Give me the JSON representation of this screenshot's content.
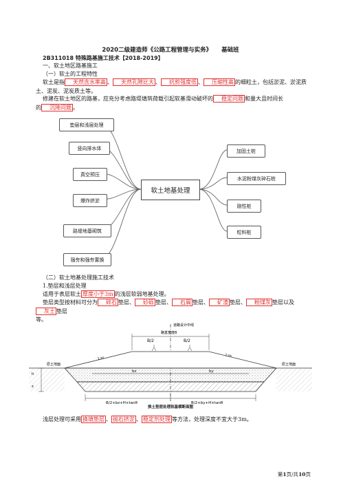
{
  "header": {
    "title": "2020二级建造师《公路工程管理与实务》",
    "tag": "基础班"
  },
  "section": "2B311018 特殊路基施工技术【2018-2019】",
  "h1": "一、软土地区路基施工",
  "h2": "（一）软土的工程特性",
  "para1": {
    "prefix": "软土是指",
    "k1": "天然含水率高",
    "k2": "天然孔隙比大",
    "k3": "抗剪强度低",
    "k4": "压缩性高",
    "suffix": "的细粒土，包括淤泥、淤泥质",
    "line2": "土、泥炭、泥炭质土等。"
  },
  "para2": {
    "prefix": "修建在软土地区的路基，应充分考虑路堤填筑荷载引起软基滑动破坏的",
    "k1": "稳定问题",
    "mid": "和量大且时间长",
    "pre2": "的",
    "k2": "沉降问题",
    "end": "。"
  },
  "mindmap": {
    "center": "软土地基处理",
    "left": [
      "垫层和浅层处理",
      "竖向排水体",
      "真空预压",
      "爆炸挤淤",
      "路堤地基砌筑",
      "强夯和强夯置换"
    ],
    "right": [
      "加固土桩",
      "水泥粉煤灰碎石桩",
      "刚性桩",
      "粒料桩"
    ]
  },
  "h3": "（二）软土地基处理施工技术",
  "h4": "1.垫层和浅层处理",
  "para3": {
    "prefix": "适用于表层软土",
    "k1": "厚度小于3m",
    "suffix": "的浅层软弱地基处理。"
  },
  "para4": {
    "prefix": "垫层类型按材料可分为",
    "k1": "碎石",
    "t1": "垫层、",
    "k2": "砂砾",
    "t2": "垫层、",
    "k3": "石屑",
    "t3": "垫层、",
    "k4": "矿渣",
    "t4": "垫层、",
    "k5": "粉煤灰",
    "t5": "垫层以及",
    "k6": "灰土",
    "t6": "垫层",
    "line2": "等。"
  },
  "figure": {
    "centerline": "道路设计中线",
    "width_label": "路基宽度B",
    "half": "B/2",
    "slope": "1:m",
    "soil": "原土地面",
    "bz": "bz",
    "by": "by",
    "h": "h",
    "z": "z",
    "left_dim": "B/2+bz+H×tanθ",
    "right_dim": "B/2+by+H×tanθ",
    "caption": "换土垫层处理软基横断面图"
  },
  "para5": {
    "prefix": "浅层处理可采用",
    "k1": "换填垫层",
    "k2": "抛石挤淤",
    "k3": "稳定剂处理",
    "suffix": "等方法，处理深度不宜大于3m。"
  },
  "footer": {
    "pre": "第",
    "page": "1",
    "mid": "页/共",
    "total": "10",
    "post": "页"
  }
}
